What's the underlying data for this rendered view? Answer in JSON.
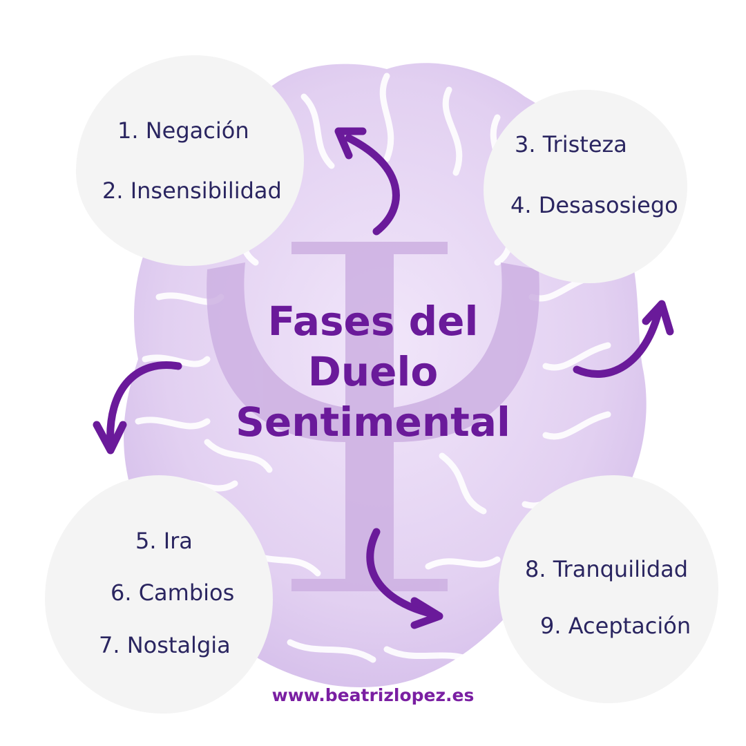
{
  "title": {
    "line1": "Fases del",
    "line2": "Duelo",
    "line3": "Sentimental"
  },
  "phases": [
    "1. Negación",
    "2. Insensibilidad",
    "3. Tristeza",
    "4. Desasosiego",
    "5. Ira",
    "6. Cambios",
    "7. Nostalgia",
    "8. Tranquilidad",
    "9. Aceptación"
  ],
  "website": "www.beatrizlopez.es",
  "colors": {
    "accent": "#6a1a9a",
    "arrow": "#6a1a9a",
    "phase_text": "#2a2560",
    "bubble": "#f4f4f4",
    "brain": "#e6d8f2",
    "psi": "#c9a9e0"
  }
}
